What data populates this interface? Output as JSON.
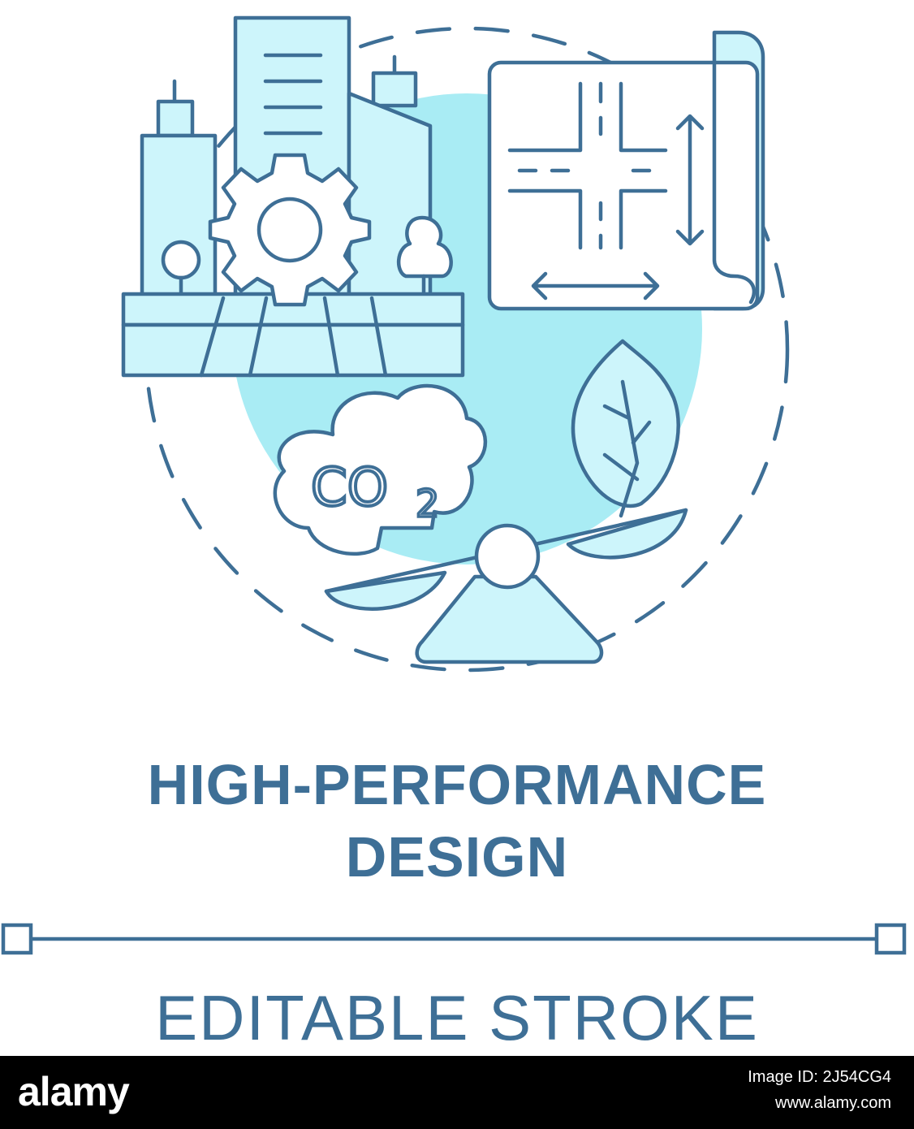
{
  "title": {
    "line1": "HIGH-PERFORMANCE",
    "line2": "DESIGN"
  },
  "subtitle": "EDITABLE STROKE",
  "footer": {
    "brand": "alamy",
    "image_id": "Image ID: 2J54CG4",
    "site": "www.alamy.com"
  },
  "icons": [
    "city-buildings-icon",
    "gear-icon",
    "road-plan-blueprint-icon",
    "co2-cloud-icon",
    "leaf-icon",
    "balance-scale-icon"
  ],
  "colors": {
    "stroke": "#3e6f96",
    "fill": "#cdf5fb",
    "accent_circle": "#a9ecf4",
    "background": "#ffffff"
  }
}
